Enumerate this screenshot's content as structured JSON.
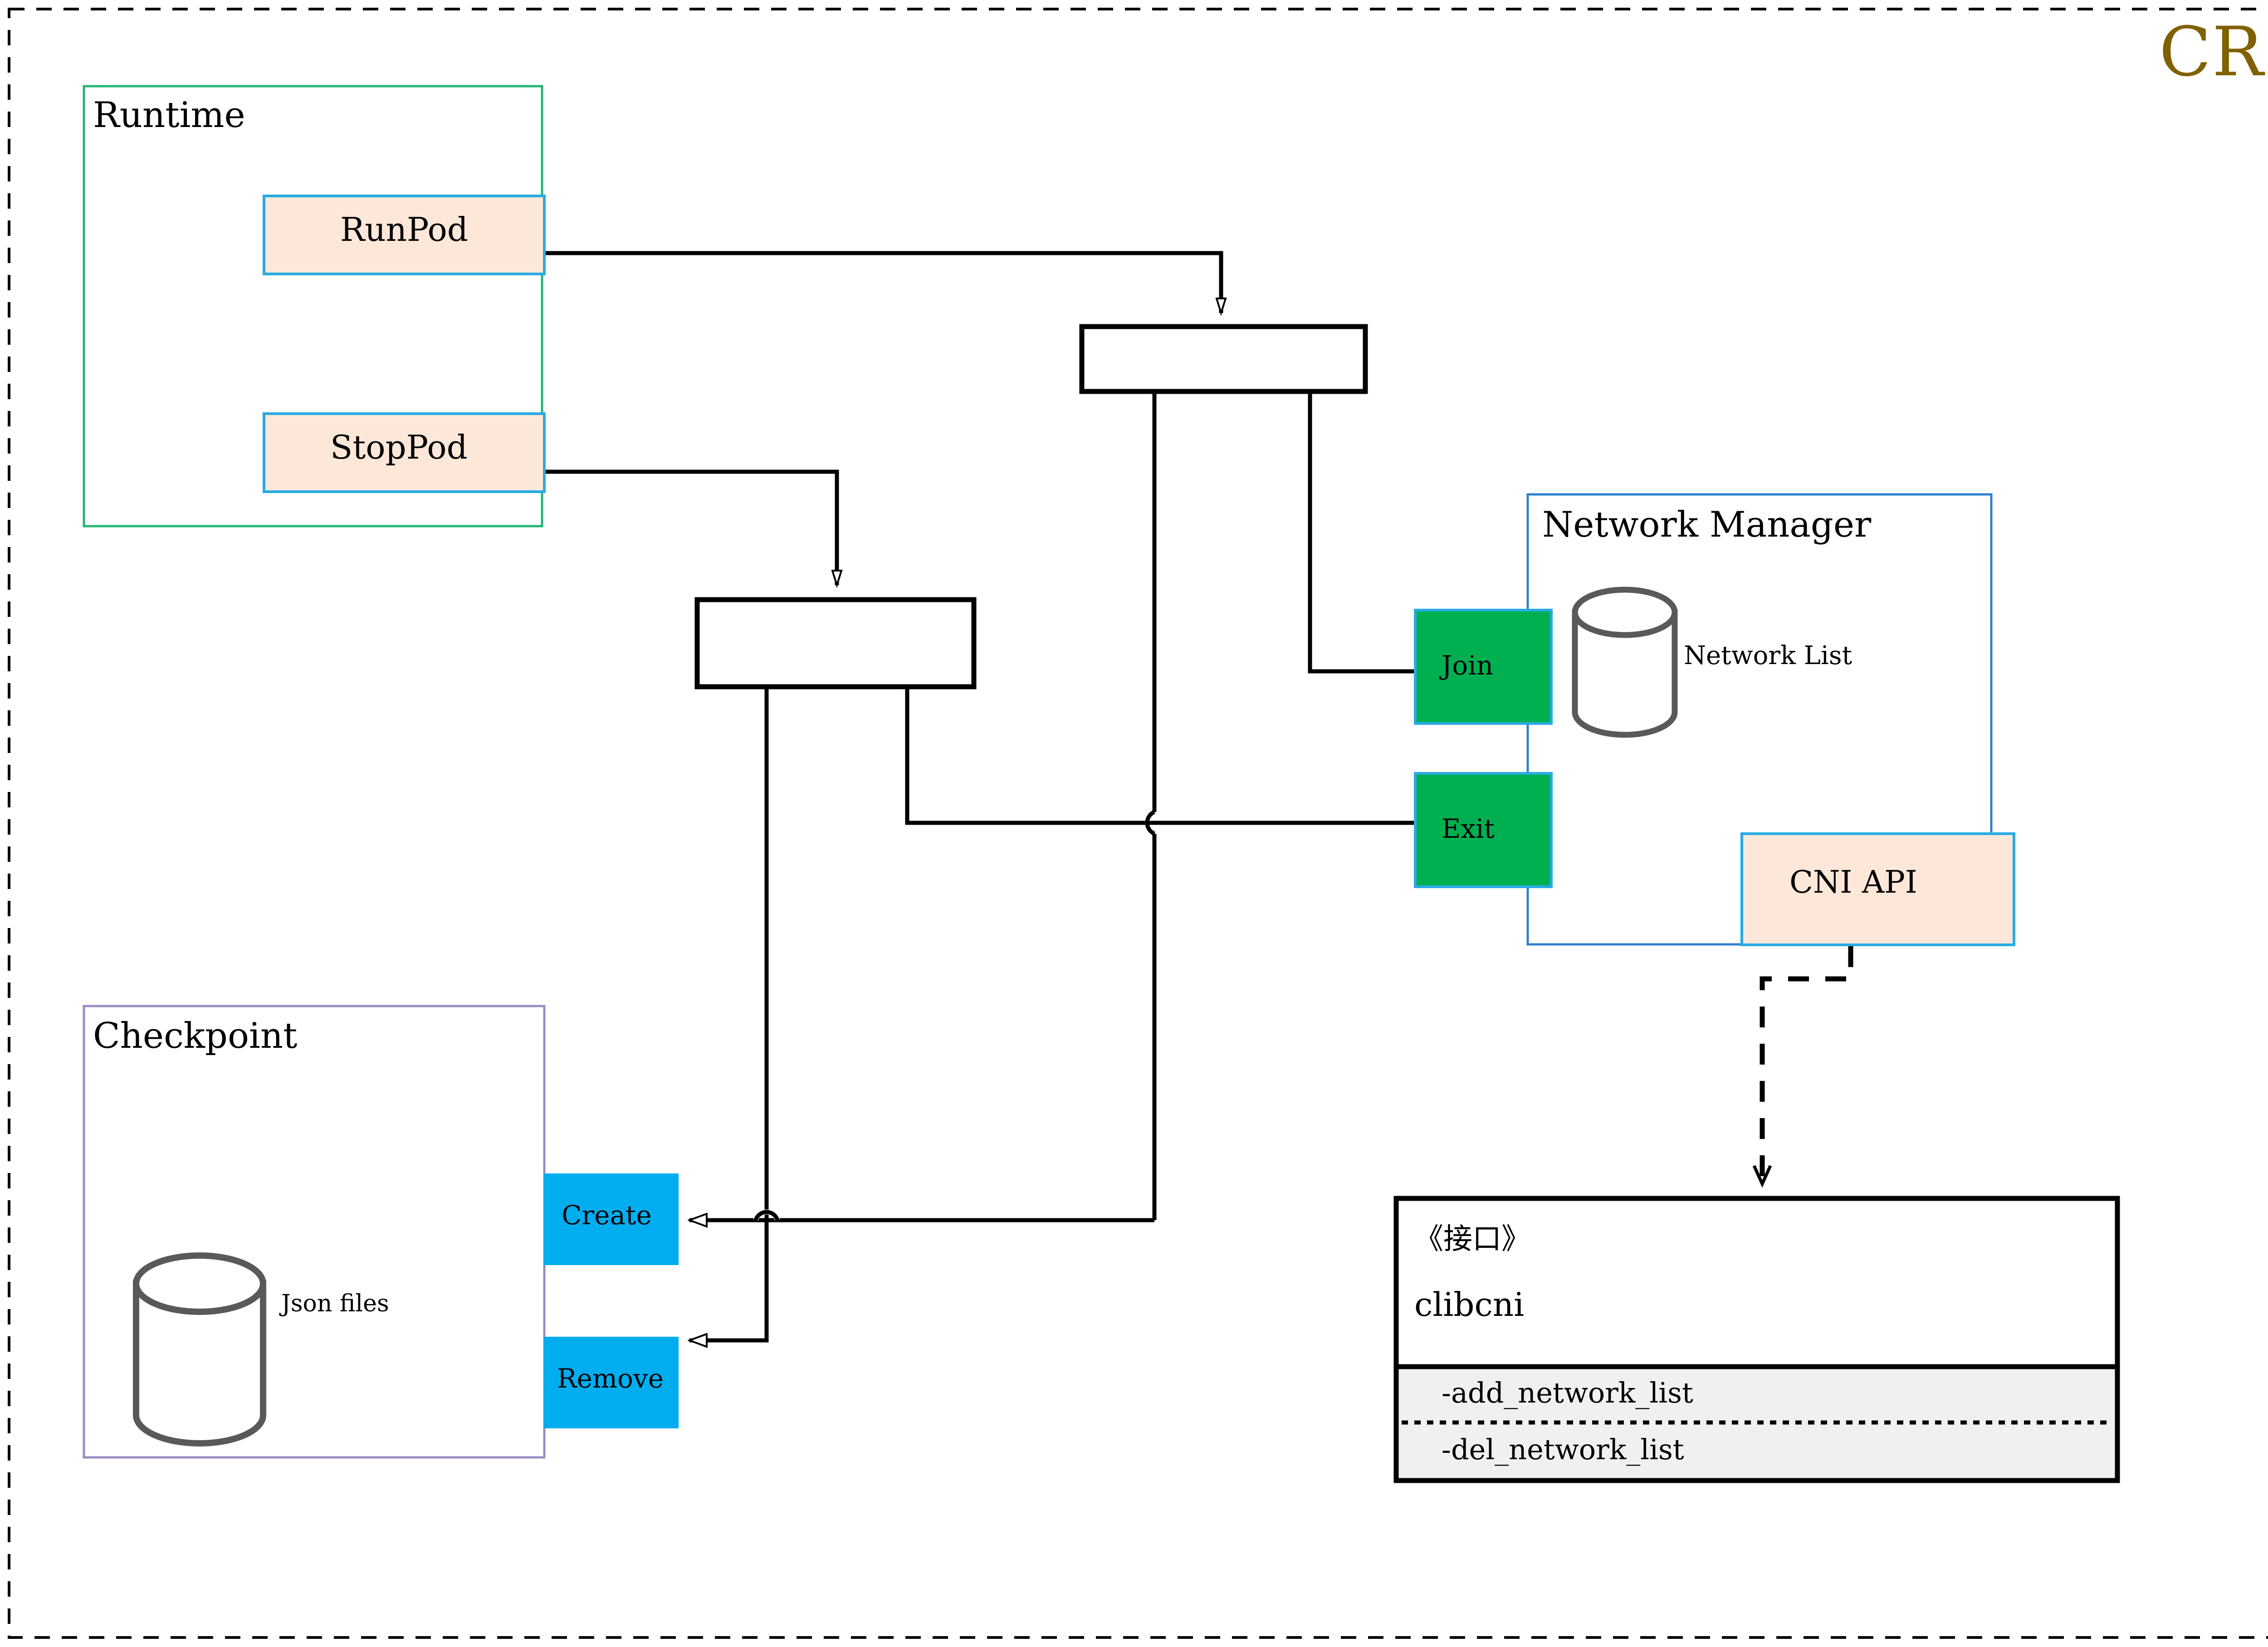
{
  "diagram": {
    "title": "CRI",
    "title_color": "#806000",
    "outer_border": "dashed",
    "background": "#ffffff"
  },
  "palette": {
    "runtime_border": "#22b573",
    "checkpoint_border": "#9b8bc4",
    "network_manager_border": "#2f7fd0",
    "action_box_fill": "#fce7d8",
    "action_box_border": "#29abe2",
    "green_box_fill": "#00b050",
    "cyan_box_fill": "#00aeef",
    "cylinder_stroke": "#595959",
    "interface_fill_top": "#ffffff",
    "interface_fill_bottom": "#f0f0f0",
    "line_color": "#000000"
  },
  "packages": {
    "runtime": {
      "label": "Runtime",
      "operations": [
        {
          "id": "runpod",
          "label": "RunPod"
        },
        {
          "id": "stoppod",
          "label": "StopPod"
        }
      ]
    },
    "checkpoint": {
      "label": "Checkpoint",
      "store_label": "Json files",
      "store_icon": "cylinder-database-icon",
      "operations": [
        {
          "id": "create",
          "label": "Create"
        },
        {
          "id": "remove",
          "label": "Remove"
        }
      ]
    },
    "network_manager": {
      "label": "Network Manager",
      "store_label": "Network List",
      "store_icon": "cylinder-database-icon",
      "operations": [
        {
          "id": "join",
          "label": "Join"
        },
        {
          "id": "exit",
          "label": "Exit"
        }
      ],
      "api_label": "CNI API"
    }
  },
  "interface": {
    "stereotype": "《接口》",
    "name": "clibcni",
    "methods": [
      "-add_network_list",
      "-del_network_list"
    ]
  },
  "flow": {
    "fork_bars": [
      {
        "id": "fork-runpod",
        "name": "fork-bar-runpod"
      },
      {
        "id": "fork-stoppod",
        "name": "fork-bar-stoppod"
      }
    ],
    "arrowheads": "open-triangle",
    "dependency_style": "dashed-open-arrow"
  }
}
